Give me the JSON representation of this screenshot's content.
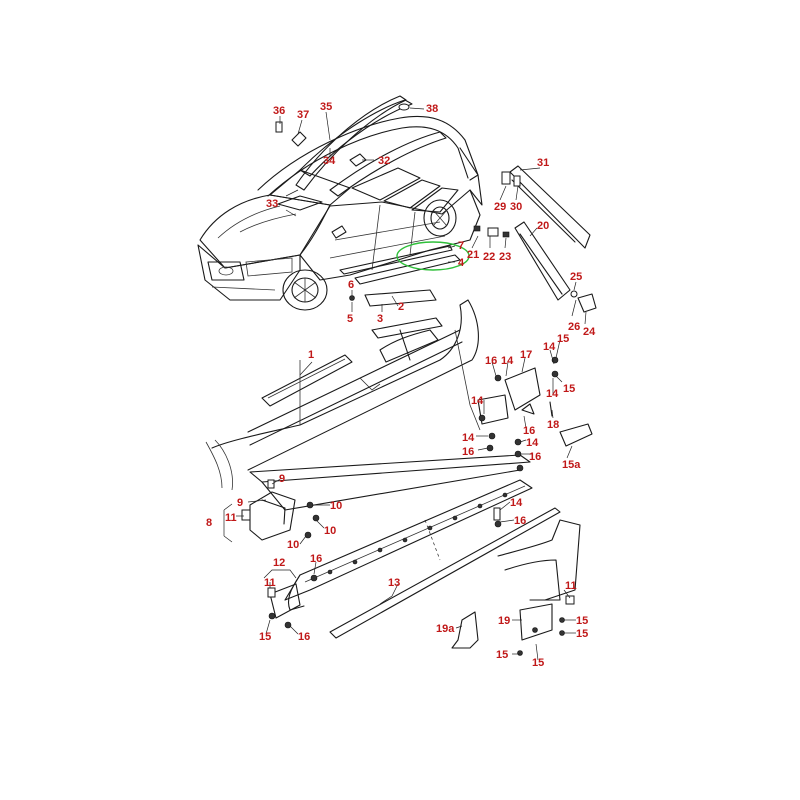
{
  "diagram": {
    "labels": [
      {
        "id": "l36",
        "text": "36"
      },
      {
        "id": "l37",
        "text": "37"
      },
      {
        "id": "l35",
        "text": "35"
      },
      {
        "id": "l38",
        "text": "38"
      },
      {
        "id": "l34",
        "text": "34"
      },
      {
        "id": "l32",
        "text": "32"
      },
      {
        "id": "l33",
        "text": "33"
      },
      {
        "id": "l31",
        "text": "31"
      },
      {
        "id": "l29",
        "text": "29"
      },
      {
        "id": "l30",
        "text": "30"
      },
      {
        "id": "l20",
        "text": "20"
      },
      {
        "id": "l7",
        "text": "7"
      },
      {
        "id": "l21",
        "text": "21"
      },
      {
        "id": "l22",
        "text": "22"
      },
      {
        "id": "l23",
        "text": "23"
      },
      {
        "id": "l4",
        "text": "4"
      },
      {
        "id": "l25",
        "text": "25"
      },
      {
        "id": "l6",
        "text": "6"
      },
      {
        "id": "l2",
        "text": "2"
      },
      {
        "id": "l5",
        "text": "5"
      },
      {
        "id": "l3",
        "text": "3"
      },
      {
        "id": "l26",
        "text": "26"
      },
      {
        "id": "l24",
        "text": "24"
      },
      {
        "id": "l15a",
        "text": "15"
      },
      {
        "id": "l14a",
        "text": "14"
      },
      {
        "id": "l17",
        "text": "17"
      },
      {
        "id": "l16a",
        "text": "16"
      },
      {
        "id": "l14b",
        "text": "14"
      },
      {
        "id": "l1",
        "text": "1"
      },
      {
        "id": "l15b",
        "text": "15"
      },
      {
        "id": "l14c",
        "text": "14"
      },
      {
        "id": "l18",
        "text": "18"
      },
      {
        "id": "l14d",
        "text": "14"
      },
      {
        "id": "l16b",
        "text": "16"
      },
      {
        "id": "l14e",
        "text": "14"
      },
      {
        "id": "l16c",
        "text": "16"
      },
      {
        "id": "l14f",
        "text": "14"
      },
      {
        "id": "l16d",
        "text": "16"
      },
      {
        "id": "l15a2",
        "text": "15a"
      },
      {
        "id": "l9a",
        "text": "9"
      },
      {
        "id": "l9b",
        "text": "9"
      },
      {
        "id": "l10a",
        "text": "10"
      },
      {
        "id": "l8",
        "text": "8"
      },
      {
        "id": "l11a",
        "text": "11"
      },
      {
        "id": "l10b",
        "text": "10"
      },
      {
        "id": "l10c",
        "text": "10"
      },
      {
        "id": "l14g",
        "text": "14"
      },
      {
        "id": "l16e",
        "text": "16"
      },
      {
        "id": "l12",
        "text": "12"
      },
      {
        "id": "l16f",
        "text": "16"
      },
      {
        "id": "l11b",
        "text": "11"
      },
      {
        "id": "l13",
        "text": "13"
      },
      {
        "id": "l11c",
        "text": "11"
      },
      {
        "id": "l15c",
        "text": "15"
      },
      {
        "id": "l16g",
        "text": "16"
      },
      {
        "id": "l19",
        "text": "19"
      },
      {
        "id": "l15d",
        "text": "15"
      },
      {
        "id": "l15e",
        "text": "15"
      },
      {
        "id": "l19a",
        "text": "19a"
      },
      {
        "id": "l15f",
        "text": "15"
      },
      {
        "id": "l15g",
        "text": "15"
      }
    ]
  }
}
